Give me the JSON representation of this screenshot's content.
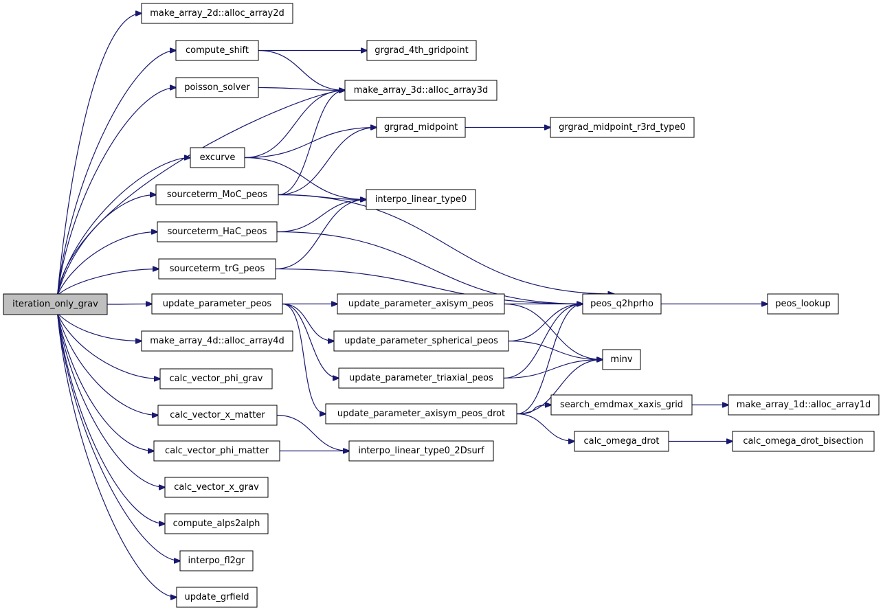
{
  "nodes": [
    {
      "id": "root",
      "label": "iteration_only_grav"
    },
    {
      "id": "n2d",
      "label": "make_array_2d::alloc_array2d"
    },
    {
      "id": "cshift",
      "label": "compute_shift"
    },
    {
      "id": "g4th",
      "label": "grgrad_4th_gridpoint"
    },
    {
      "id": "poisson",
      "label": "poisson_solver"
    },
    {
      "id": "n3d",
      "label": "make_array_3d::alloc_array3d"
    },
    {
      "id": "gmid",
      "label": "grgrad_midpoint"
    },
    {
      "id": "gmidr3",
      "label": "grgrad_midpoint_r3rd_type0"
    },
    {
      "id": "excurve",
      "label": "excurve"
    },
    {
      "id": "moc",
      "label": "sourceterm_MoC_peos"
    },
    {
      "id": "interp0",
      "label": "interpo_linear_type0"
    },
    {
      "id": "hac",
      "label": "sourceterm_HaC_peos"
    },
    {
      "id": "trg",
      "label": "sourceterm_trG_peos"
    },
    {
      "id": "upp",
      "label": "update_parameter_peos"
    },
    {
      "id": "upax",
      "label": "update_parameter_axisym_peos"
    },
    {
      "id": "q2h",
      "label": "peos_q2hprho"
    },
    {
      "id": "lookup",
      "label": "peos_lookup"
    },
    {
      "id": "n4d",
      "label": "make_array_4d::alloc_array4d"
    },
    {
      "id": "upsph",
      "label": "update_parameter_spherical_peos"
    },
    {
      "id": "minv",
      "label": "minv"
    },
    {
      "id": "cvpg",
      "label": "calc_vector_phi_grav"
    },
    {
      "id": "uptri",
      "label": "update_parameter_triaxial_peos"
    },
    {
      "id": "cvxm",
      "label": "calc_vector_x_matter"
    },
    {
      "id": "upaxd",
      "label": "update_parameter_axisym_peos_drot"
    },
    {
      "id": "search",
      "label": "search_emdmax_xaxis_grid"
    },
    {
      "id": "n1d",
      "label": "make_array_1d::alloc_array1d"
    },
    {
      "id": "cvpm",
      "label": "calc_vector_phi_matter"
    },
    {
      "id": "i2d",
      "label": "interpo_linear_type0_2Dsurf"
    },
    {
      "id": "comega",
      "label": "calc_omega_drot"
    },
    {
      "id": "comegab",
      "label": "calc_omega_drot_bisection"
    },
    {
      "id": "cvxg",
      "label": "calc_vector_x_grav"
    },
    {
      "id": "alps",
      "label": "compute_alps2alph"
    },
    {
      "id": "fl2gr",
      "label": "interpo_fl2gr"
    },
    {
      "id": "ugr",
      "label": "update_grfield"
    }
  ],
  "edges": [
    [
      "root",
      "n2d"
    ],
    [
      "root",
      "cshift"
    ],
    [
      "root",
      "poisson"
    ],
    [
      "root",
      "n3d"
    ],
    [
      "root",
      "excurve"
    ],
    [
      "root",
      "moc"
    ],
    [
      "root",
      "hac"
    ],
    [
      "root",
      "trg"
    ],
    [
      "root",
      "upp"
    ],
    [
      "root",
      "n4d"
    ],
    [
      "root",
      "cvpg"
    ],
    [
      "root",
      "cvxm"
    ],
    [
      "root",
      "cvpm"
    ],
    [
      "root",
      "cvxg"
    ],
    [
      "root",
      "alps"
    ],
    [
      "root",
      "fl2gr"
    ],
    [
      "root",
      "ugr"
    ],
    [
      "cshift",
      "g4th"
    ],
    [
      "cshift",
      "n3d"
    ],
    [
      "poisson",
      "n3d"
    ],
    [
      "excurve",
      "n3d"
    ],
    [
      "excurve",
      "gmid"
    ],
    [
      "excurve",
      "interp0"
    ],
    [
      "moc",
      "n3d"
    ],
    [
      "moc",
      "gmid"
    ],
    [
      "moc",
      "interp0"
    ],
    [
      "moc",
      "q2h"
    ],
    [
      "hac",
      "interp0"
    ],
    [
      "hac",
      "q2h"
    ],
    [
      "trg",
      "interp0"
    ],
    [
      "trg",
      "q2h"
    ],
    [
      "gmid",
      "gmidr3"
    ],
    [
      "upp",
      "upax"
    ],
    [
      "upp",
      "upsph"
    ],
    [
      "upp",
      "uptri"
    ],
    [
      "upp",
      "upaxd"
    ],
    [
      "upax",
      "q2h"
    ],
    [
      "upax",
      "minv"
    ],
    [
      "upsph",
      "q2h"
    ],
    [
      "upsph",
      "minv"
    ],
    [
      "uptri",
      "q2h"
    ],
    [
      "uptri",
      "minv"
    ],
    [
      "upaxd",
      "q2h"
    ],
    [
      "upaxd",
      "minv"
    ],
    [
      "upaxd",
      "search"
    ],
    [
      "upaxd",
      "comega"
    ],
    [
      "q2h",
      "lookup"
    ],
    [
      "search",
      "n1d"
    ],
    [
      "comega",
      "comegab"
    ],
    [
      "cvxm",
      "i2d"
    ],
    [
      "cvpm",
      "i2d"
    ]
  ]
}
